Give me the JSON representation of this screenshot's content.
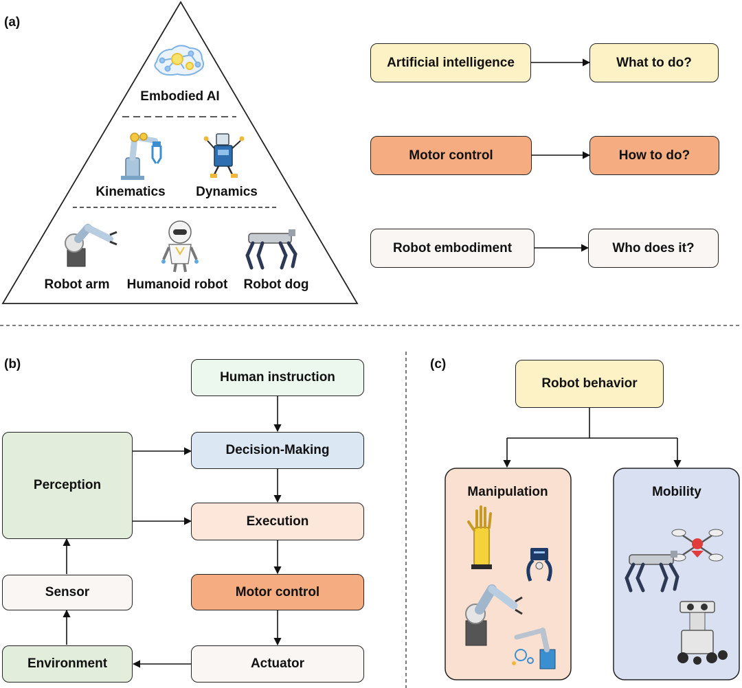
{
  "panel_labels": {
    "a": "(a)",
    "b": "(b)",
    "c": "(c)"
  },
  "pyramid": {
    "top": "Embodied AI",
    "middle": [
      "Kinematics",
      "Dynamics"
    ],
    "bottom": [
      "Robot arm",
      "Humanoid robot",
      "Robot dog"
    ]
  },
  "layers": [
    {
      "left": "Artificial intelligence",
      "right": "What to do?",
      "color": "#fdf1c6"
    },
    {
      "left": "Motor control",
      "right": "How to do?",
      "color": "#f4ac80"
    },
    {
      "left": "Robot embodiment",
      "right": "Who does it?",
      "color": "#faf6f4"
    }
  ],
  "panel_b": {
    "human_instruction": "Human instruction",
    "decision_making": "Decision-Making",
    "execution": "Execution",
    "motor_control": "Motor control",
    "actuator": "Actuator",
    "perception": "Perception",
    "sensor": "Sensor",
    "environment": "Environment"
  },
  "panel_c": {
    "root": "Robot behavior",
    "manipulation": "Manipulation",
    "mobility": "Mobility"
  },
  "colors": {
    "ai_yellow": "#fdf1c6",
    "motor_orange": "#f4ac80",
    "neutral": "#faf6f4",
    "human_green": "#ecf8ee",
    "decision_blue": "#dce7f4",
    "execution_peach": "#fde6da",
    "perception_green": "#e2eedb",
    "manipulation_peach": "#f9e0d0",
    "mobility_blue": "#d8e0f1"
  }
}
